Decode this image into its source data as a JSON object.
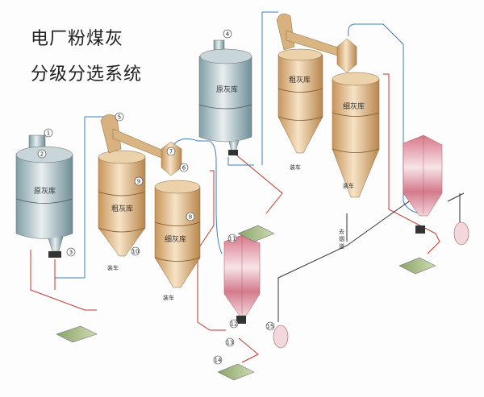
{
  "title": {
    "line1": "电厂粉煤灰",
    "line2": "分级分选系统"
  },
  "silos": {
    "left_raw": "原灰库",
    "left_coarse": "粗灰库",
    "left_fine": "细灰库",
    "right_raw": "原灰库",
    "right_coarse": "粗灰库",
    "right_fine": "细灰库"
  },
  "annotations": {
    "load_1": "装车",
    "load_2": "装车",
    "load_3": "装车",
    "load_4": "装车",
    "flue_1": "去",
    "flue_2": "烟",
    "flue_3": "道"
  },
  "callouts": [
    "1",
    "2",
    "3",
    "4",
    "5",
    "6",
    "7",
    "8",
    "9",
    "10",
    "11",
    "12",
    "13",
    "14",
    "15"
  ],
  "colors": {
    "air_line": "#3a7fc0",
    "ash_line": "#c0392b",
    "flue_line": "#333333"
  }
}
